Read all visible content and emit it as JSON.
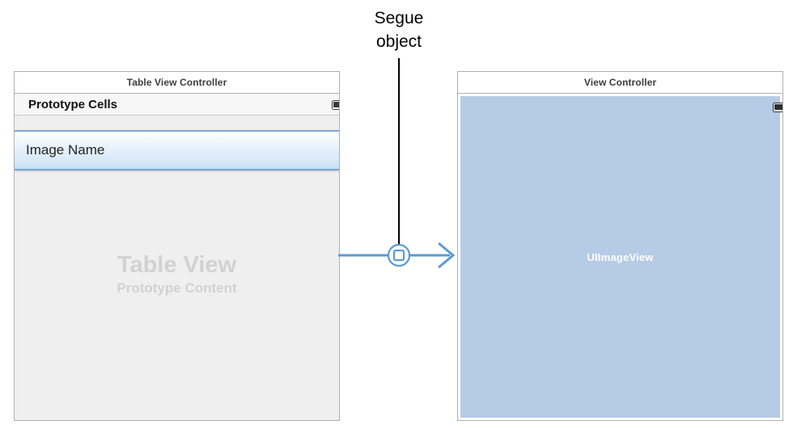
{
  "annotation": {
    "line1": "Segue",
    "line2": "object",
    "leader_line_name": "segue-leader-line"
  },
  "colors": {
    "segue_blue": "#5b9bd5",
    "imageview_blue": "#b5cbe6",
    "cell_border_blue": "#7ba7d7",
    "table_background": "#efefef",
    "frame_border": "#b0b0b0",
    "placeholder_gray": "#d2d2d2"
  },
  "table_view_controller": {
    "title": "Table View Controller",
    "section_header": "Prototype Cells",
    "prototype_cell": {
      "label": "Image Name",
      "selected": true
    },
    "placeholder": {
      "title": "Table View",
      "subtitle": "Prototype Content"
    },
    "status_bar": {
      "battery_icon": "battery-icon"
    }
  },
  "view_controller": {
    "title": "View Controller",
    "content_view": {
      "label": "UIImageView"
    },
    "status_bar": {
      "battery_icon": "battery-icon"
    }
  },
  "segue": {
    "icon": "segue-square-icon",
    "arrow_icon": "arrow-right-icon",
    "direction": "left-to-right"
  }
}
